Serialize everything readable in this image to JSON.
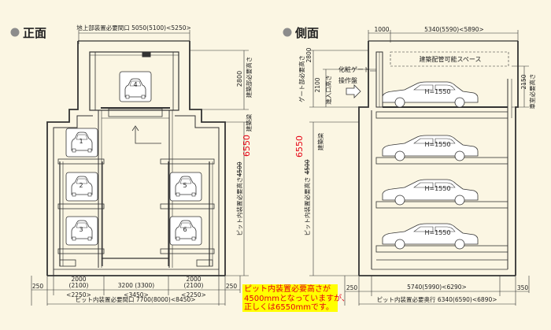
{
  "sections": {
    "front": {
      "title": "正面",
      "bullet_color": "#8c8c8c"
    },
    "side": {
      "title": "側面",
      "bullet_color": "#8c8c8c"
    }
  },
  "front": {
    "top_opening": "地上部装置必要間口 5050(5100)<5250>",
    "building_height": "建築部必要高さ",
    "height_2800": "2800",
    "pit_height": "ピット内装置必要高さ",
    "pit_height_old": "4500",
    "pit_height_new": "6550",
    "building_beam": "建築梁",
    "pallets": [
      "1",
      "2",
      "3",
      "4",
      "5",
      "6"
    ],
    "left_250": "250",
    "right_250": "250",
    "width_left": [
      "2000",
      "(2100)",
      "<2250>"
    ],
    "width_center": [
      "3200 (3300)",
      "<3450>"
    ],
    "width_right": [
      "2000",
      "(2100)",
      "<2250>"
    ],
    "pit_opening": "ピット内装置必要間口 7700(8000)<8450>"
  },
  "side": {
    "top_1000": "1000",
    "top_length": "5340(5590)<5890>",
    "piping_space": "建築配管可能スペース",
    "gate_height": "ゲート部必要高さ",
    "height_2800": "2800",
    "height_2100": "2100",
    "entrance_height": "進入口高さ",
    "decor_gate": "化粧ゲート",
    "control_panel": "操作盤",
    "ceiling_height": "車室必要高さ",
    "height_2150": "2150",
    "building_beam": "建築梁",
    "pit_height": "ピット内装置必要高さ",
    "pit_height_old": "4500",
    "pit_height_new": "6550",
    "car_labels": [
      "H=1550",
      "H=1550",
      "H=1550",
      "H=1550"
    ],
    "left_250": "250",
    "right_350": "350",
    "length_inner": "5740(5990)<6290>",
    "pit_length": "ピット内装置必要奥行 6340(6590)<6890>"
  },
  "note": {
    "lines": [
      "ピット内装置必要高さが",
      "4500mmとなっていますが、",
      "正しくは6550mmです。"
    ],
    "bg_color": "#ffff00",
    "text_color": "#e60012"
  },
  "colors": {
    "background": "#fbf6e3",
    "line": "#333333",
    "red": "#e60012"
  }
}
